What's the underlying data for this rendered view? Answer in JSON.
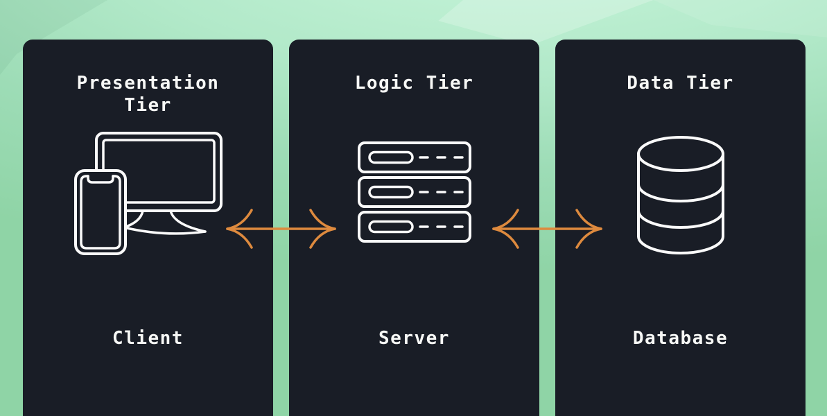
{
  "tiers": [
    {
      "title": "Presentation Tier",
      "label": "Client",
      "icon": "client-devices-icon"
    },
    {
      "title": "Logic Tier",
      "label": "Server",
      "icon": "server-stack-icon"
    },
    {
      "title": "Data Tier",
      "label": "Database",
      "icon": "database-icon"
    }
  ],
  "arrows": [
    {
      "name": "client-server-arrow",
      "direction": "bidirectional"
    },
    {
      "name": "server-database-arrow",
      "direction": "bidirectional"
    }
  ],
  "colors": {
    "background_green": "#9ddcb6",
    "background_light": "#c9f6dc",
    "panel_dark": "#191d26",
    "text": "#f7f8f6",
    "icon_stroke": "#fafafa",
    "arrow_orange": "#de8a3e"
  }
}
